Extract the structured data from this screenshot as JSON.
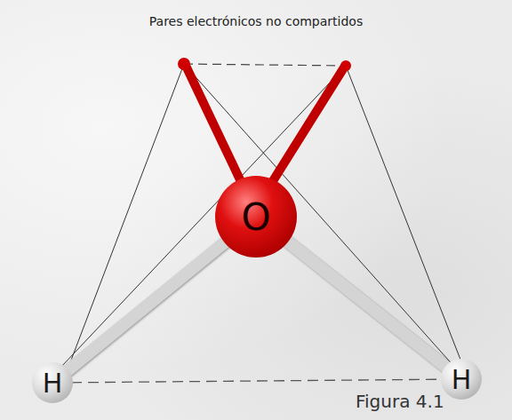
{
  "diagram": {
    "caption": "Figura 4.1",
    "nodes": [
      {
        "text": [
          "O"
        ]
      },
      {
        "text": [
          "H"
        ]
      },
      {
        "text": [
          "H"
        ]
      }
    ],
    "edges": [
      {
        "from": 0,
        "to": 1,
        "arrow": "none"
      },
      {
        "from": 0,
        "to": 2,
        "arrow": "none"
      },
      {
        "from": 1,
        "to": 2,
        "arrow": "none"
      }
    ],
    "labels": [
      "Pares electrónicos no compartidos"
    ]
  }
}
